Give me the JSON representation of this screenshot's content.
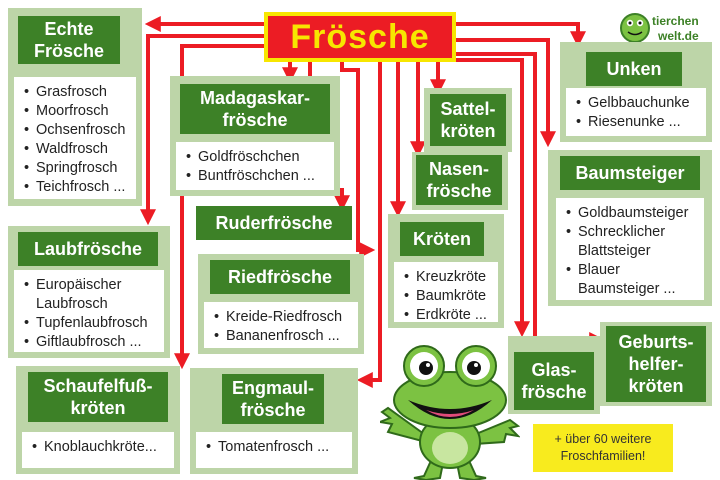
{
  "title": "Frösche",
  "logo": {
    "line1": "tierchen",
    "line2": "welt.de"
  },
  "note": "+ über 60 weitere Froschfamilien!",
  "groups": {
    "echte": {
      "title": "Echte Frösche",
      "items": [
        "Grasfrosch",
        "Moorfrosch",
        "Ochsenfrosch",
        "Waldfrosch",
        "Springfrosch",
        "Teichfrosch ..."
      ]
    },
    "madagaskar": {
      "title": "Madagaskar-frösche",
      "items": [
        "Goldfröschchen",
        "Buntfröschchen ..."
      ]
    },
    "sattel": {
      "title": "Sattel-kröten"
    },
    "unken": {
      "title": "Unken",
      "items": [
        "Gelbbauchunke",
        "Riesenunke ..."
      ]
    },
    "nasen": {
      "title": "Nasen-frösche"
    },
    "baumsteiger": {
      "title": "Baumsteiger",
      "items": [
        "Goldbaumsteiger",
        "Schrecklicher Blattsteiger",
        "Blauer Baumsteiger ..."
      ]
    },
    "ruder": {
      "title": "Ruderfrösche"
    },
    "kroeten": {
      "title": "Kröten",
      "items": [
        "Kreuzkröte",
        "Baumkröte",
        "Erdkröte ..."
      ]
    },
    "laub": {
      "title": "Laubfrösche",
      "items": [
        "Europäischer Laubfrosch",
        "Tupfenlaubfrosch",
        "Giftlaubfrosch ..."
      ]
    },
    "ried": {
      "title": "Riedfrösche",
      "items": [
        "Kreide-Riedfrosch",
        "Bananenfrosch ..."
      ]
    },
    "geburtshelfer": {
      "title": "Geburts-helfer-kröten"
    },
    "glas": {
      "title": "Glas-frösche"
    },
    "schaufelfuss": {
      "title": "Schaufelfuß-kröten",
      "items": [
        "Knoblauchkröte..."
      ]
    },
    "engmaul": {
      "title": "Engmaul-frösche",
      "items": [
        "Tomatenfrosch ..."
      ]
    }
  },
  "colors": {
    "arrow": "#ec1c24",
    "header": "#3d8127",
    "panel": "#bdd5a8",
    "title_text": "#f7e600",
    "note": "#f8eb1e"
  }
}
